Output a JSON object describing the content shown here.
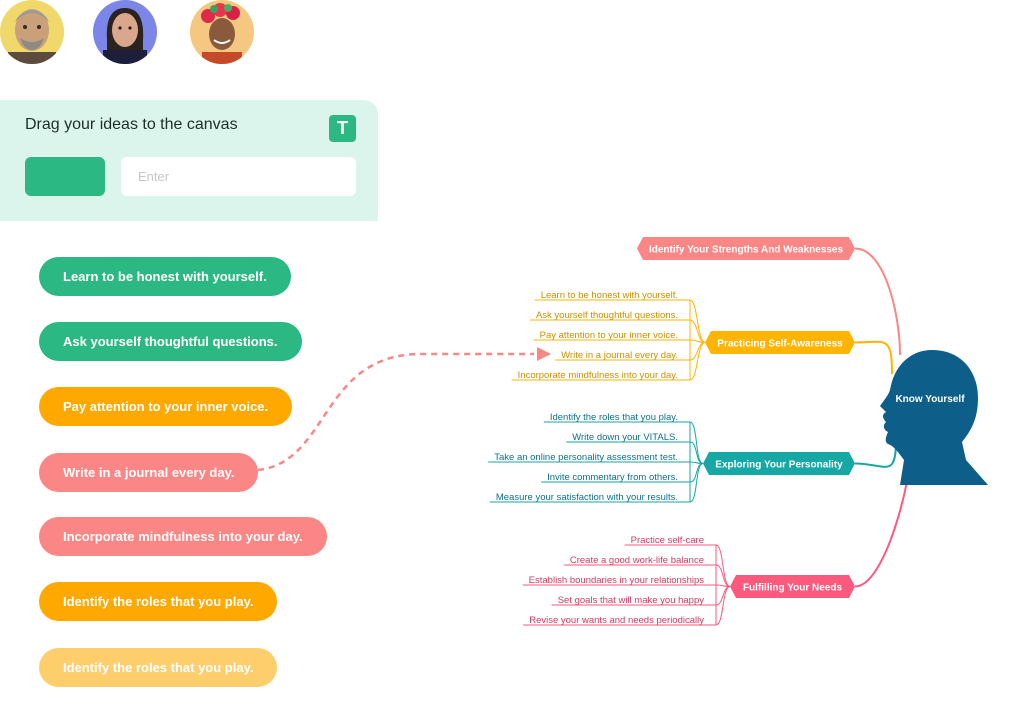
{
  "avatars": [
    {
      "name": "avatar-elderly-man",
      "bg": "#f1d86a"
    },
    {
      "name": "avatar-woman",
      "bg": "#7c86e8"
    },
    {
      "name": "avatar-woman-flowers",
      "bg": "#f6c780"
    }
  ],
  "panel": {
    "title": "Drag your ideas to the canvas",
    "text_tool_icon": "T",
    "input_placeholder": "Enter",
    "add_button_label": ""
  },
  "ideas": [
    {
      "label": "Learn to be honest with yourself.",
      "color": "green"
    },
    {
      "label": "Ask yourself thoughtful questions.",
      "color": "green"
    },
    {
      "label": "Pay attention to your inner voice.",
      "color": "orange"
    },
    {
      "label": "Write in a journal every day.",
      "color": "pink"
    },
    {
      "label": "Incorporate mindfulness into your day.",
      "color": "pink"
    },
    {
      "label": "Identify the roles that you play.",
      "color": "orange"
    },
    {
      "label": "Identify the roles that you play.",
      "color": "peach"
    }
  ],
  "mindmap": {
    "center": "Know Yourself",
    "center_color": "#0d5f8a",
    "branches": [
      {
        "label": "Identify Your Strengths And Weaknesses",
        "color": "#fb8686",
        "text_color": "#fb8686",
        "children": []
      },
      {
        "label": "Practicing Self-Awareness",
        "color": "#ffb400",
        "text_color": "#c98f00",
        "children": [
          "Learn to be honest with yourself.",
          "Ask yourself thoughtful questions.",
          "Pay attention to your inner voice.",
          "Write in a journal every day.",
          "Incorporate mindfulness into your day."
        ]
      },
      {
        "label": "Exploring Your Personality",
        "color": "#17a7a4",
        "text_color": "#0f6f8a",
        "children": [
          "Identify the roles that you play.",
          "Write down your VITALS.",
          "Take an online personality assessment test.",
          "Invite commentary from others.",
          "Measure your satisfaction with your results."
        ]
      },
      {
        "label": "Fulfilling Your Needs",
        "color": "#fb5a7e",
        "text_color": "#d13a62",
        "children": [
          "Practice self-care",
          "Create a good work-life balance",
          "Establish boundaries in your relationships",
          "Set goals that will make you happy",
          "Revise your wants and needs periodically"
        ]
      }
    ],
    "drag_link_color": "#fb8686"
  }
}
